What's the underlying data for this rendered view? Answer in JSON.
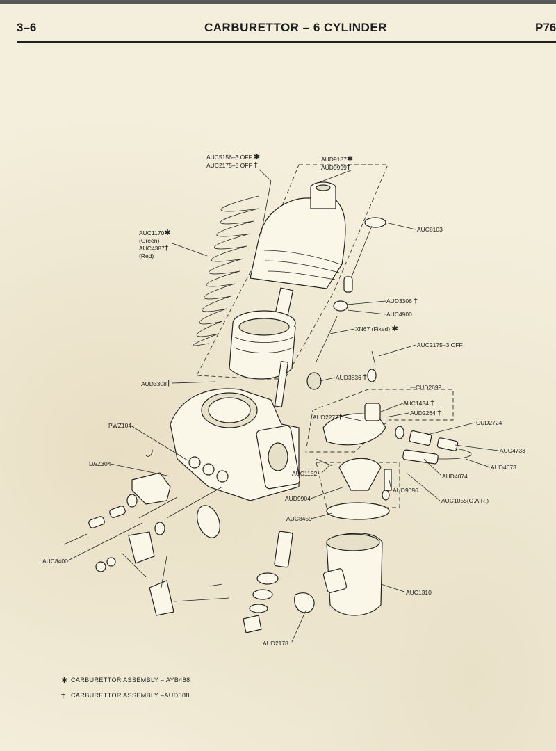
{
  "header": {
    "page_number": "3–6",
    "title": "CARBURETTOR – 6 CYLINDER",
    "page_code": "P76"
  },
  "parts": [
    {
      "id": "auc5156",
      "text": "AUC5156–3 OFF",
      "sym": "✱"
    },
    {
      "id": "auc2175a",
      "text": "AUC2175–3 OFF",
      "sym": "†"
    },
    {
      "id": "aud9187",
      "text": "AUD9187",
      "sym": "✱"
    },
    {
      "id": "aud9999",
      "text": "AUD9999",
      "sym": "†"
    },
    {
      "id": "auc1170",
      "text": "AUC1170",
      "sym": "✱"
    },
    {
      "id": "green",
      "text": "(Green)",
      "sym": ""
    },
    {
      "id": "auc4387",
      "text": "AUC4387",
      "sym": "†"
    },
    {
      "id": "red",
      "text": "(Red)",
      "sym": ""
    },
    {
      "id": "auc8103",
      "text": "AUC8103",
      "sym": ""
    },
    {
      "id": "aud3306",
      "text": "AUD3306",
      "sym": "†"
    },
    {
      "id": "auc4900",
      "text": "AUC4900",
      "sym": ""
    },
    {
      "id": "xn67",
      "text": "XN67 (Fixed)",
      "sym": "✱"
    },
    {
      "id": "auc2175b",
      "text": "AUC2175–3 OFF",
      "sym": ""
    },
    {
      "id": "aud3836",
      "text": "AUD3836",
      "sym": "†"
    },
    {
      "id": "aud3308",
      "text": "AUD3308",
      "sym": "†"
    },
    {
      "id": "cud2699",
      "text": "CUD2699",
      "sym": ""
    },
    {
      "id": "auc1434",
      "text": "AUC1434",
      "sym": "†"
    },
    {
      "id": "aud2277",
      "text": "AUD2277",
      "sym": "†"
    },
    {
      "id": "aud2264",
      "text": "AUD2264",
      "sym": "†"
    },
    {
      "id": "pwz104",
      "text": "PWZ104",
      "sym": ""
    },
    {
      "id": "cud2724",
      "text": "CUD2724",
      "sym": ""
    },
    {
      "id": "auc4733",
      "text": "AUC4733",
      "sym": ""
    },
    {
      "id": "lwz304",
      "text": "LWZ304",
      "sym": ""
    },
    {
      "id": "auc1152",
      "text": "AUC1152",
      "sym": ""
    },
    {
      "id": "aud4074",
      "text": "AUD4074",
      "sym": ""
    },
    {
      "id": "aud4073",
      "text": "AUD4073",
      "sym": ""
    },
    {
      "id": "aud9096",
      "text": "AUD9096",
      "sym": ""
    },
    {
      "id": "aud9904",
      "text": "AUD9904",
      "sym": ""
    },
    {
      "id": "auc1055",
      "text": "AUC1055(O.A.R.)",
      "sym": ""
    },
    {
      "id": "auc8459",
      "text": "AUC8459",
      "sym": ""
    },
    {
      "id": "auc8400",
      "text": "AUC8400",
      "sym": ""
    },
    {
      "id": "auc1310",
      "text": "AUC1310",
      "sym": ""
    },
    {
      "id": "aud2178",
      "text": "AUD2178",
      "sym": ""
    }
  ],
  "legend": [
    {
      "sym": "✱",
      "text": "CARBURETTOR ASSEMBLY – AYB488"
    },
    {
      "sym": "†",
      "text": "CARBURETTOR ASSEMBLY  –AUD588"
    }
  ]
}
